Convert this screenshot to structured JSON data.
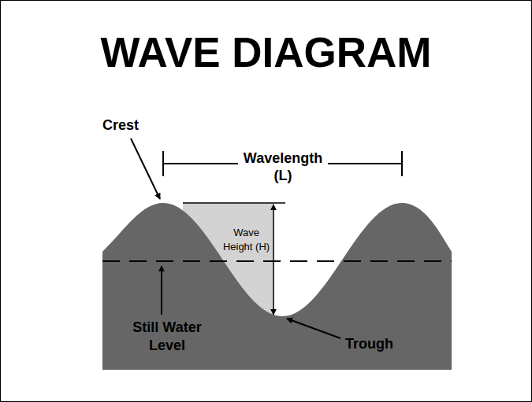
{
  "diagram": {
    "title": "WAVE DIAGRAM",
    "labels": [
      "Crest",
      "Wavelength (L)",
      "Wave Height (H)",
      "Still Water Level",
      "Trough"
    ]
  }
}
